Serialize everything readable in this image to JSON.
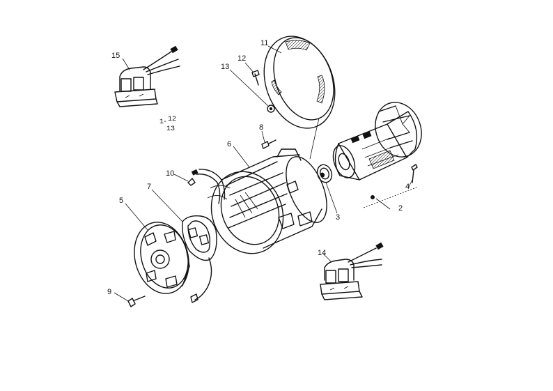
{
  "labels": {
    "l1": "1",
    "l2": "2",
    "l3": "3",
    "l4": "4",
    "l5": "5",
    "l6": "6",
    "l7": "7",
    "l8": "8",
    "l9": "9",
    "l10": "10",
    "l11": "11",
    "l12": "12",
    "l13": "13",
    "l14": "14",
    "l15": "15"
  },
  "note": {
    "line1_prefix": "1",
    "line1_dash": "-",
    "line1_value": "12",
    "line2_value": "13"
  }
}
